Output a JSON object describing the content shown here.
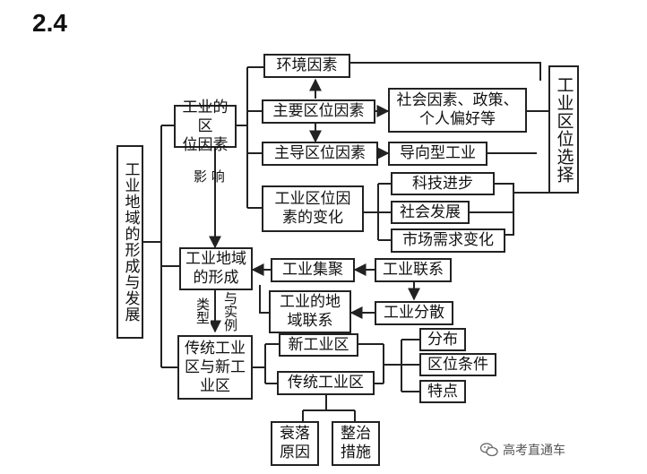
{
  "section_number": "2.4",
  "root": "工业地域的形成与发展",
  "location_factors": {
    "title": "工业的区\n位因素",
    "environment": "环境因素",
    "main_factors": "主要区位因素",
    "social_policy": "社会因素、政策、\n个人偏好等",
    "dominant_factors": "主导区位因素",
    "oriented_industry": "导向型工业",
    "factor_change": "工业区位因\n素的变化",
    "tech_progress": "科技进步",
    "social_development": "社会发展",
    "market_demand": "市场需求变化",
    "location_choice": "工业区位选择"
  },
  "influence_label": "影   响",
  "formation": {
    "title": "工业地域\n的形成",
    "agglomeration": "工业集聚",
    "linkage": "工业联系",
    "regional_link": "工业的地\n域联系",
    "dispersion": "工业分散"
  },
  "type_label_left": "类型",
  "type_label_right": "与实例",
  "regions": {
    "title": "传统工业\n区与新工\n业区",
    "new_region": "新工业区",
    "traditional_region": "传统工业区",
    "distribution": "分布",
    "location_conditions": "区位条件",
    "features": "特点",
    "decline_causes": "衰落\n原因",
    "remediation": "整治\n措施"
  },
  "watermark": "高考直通车"
}
